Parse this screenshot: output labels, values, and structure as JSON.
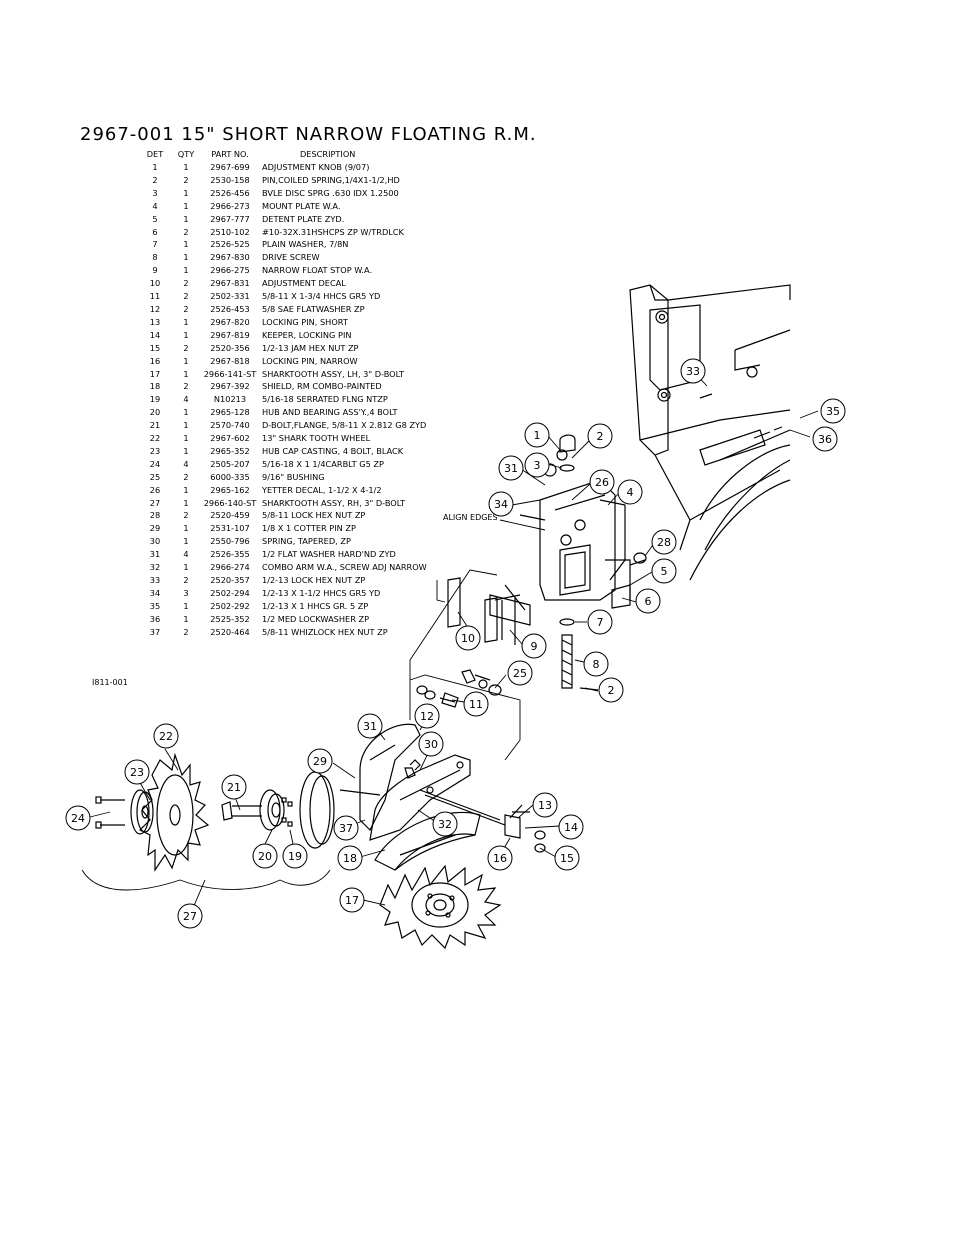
{
  "title": "2967-001 15\" SHORT NARROW FLOATING R.M.",
  "table": {
    "headers": {
      "det": "DET",
      "qty": "QTY",
      "part_no": "PART NO.",
      "description": "DESCRIPTION"
    },
    "rows": [
      {
        "det": "1",
        "qty": "1",
        "part_no": "2967-699",
        "description": "ADJUSTMENT KNOB (9/07)"
      },
      {
        "det": "2",
        "qty": "2",
        "part_no": "2530-158",
        "description": "PIN,COILED SPRING,1/4X1-1/2,HD"
      },
      {
        "det": "3",
        "qty": "1",
        "part_no": "2526-456",
        "description": "BVLE DISC SPRG .630 IDX 1.2500"
      },
      {
        "det": "4",
        "qty": "1",
        "part_no": "2966-273",
        "description": "MOUNT PLATE W.A."
      },
      {
        "det": "5",
        "qty": "1",
        "part_no": "2967-777",
        "description": "DETENT PLATE ZYD."
      },
      {
        "det": "6",
        "qty": "2",
        "part_no": "2510-102",
        "description": "#10-32X.31HSHCPS ZP W/TRDLCK"
      },
      {
        "det": "7",
        "qty": "1",
        "part_no": "2526-525",
        "description": "PLAIN WASHER, 7/8N"
      },
      {
        "det": "8",
        "qty": "1",
        "part_no": "2967-830",
        "description": "DRIVE SCREW"
      },
      {
        "det": "9",
        "qty": "1",
        "part_no": "2966-275",
        "description": "NARROW FLOAT STOP W.A."
      },
      {
        "det": "10",
        "qty": "2",
        "part_no": "2967-831",
        "description": "ADJUSTMENT DECAL"
      },
      {
        "det": "11",
        "qty": "2",
        "part_no": "2502-331",
        "description": "5/8-11 X 1-3/4 HHCS GR5 YD"
      },
      {
        "det": "12",
        "qty": "2",
        "part_no": "2526-453",
        "description": "5/8 SAE FLATWASHER ZP"
      },
      {
        "det": "13",
        "qty": "1",
        "part_no": "2967-820",
        "description": "LOCKING PIN, SHORT"
      },
      {
        "det": "14",
        "qty": "1",
        "part_no": "2967-819",
        "description": "KEEPER, LOCKING PIN"
      },
      {
        "det": "15",
        "qty": "2",
        "part_no": "2520-356",
        "description": "1/2-13 JAM HEX NUT ZP"
      },
      {
        "det": "16",
        "qty": "1",
        "part_no": "2967-818",
        "description": "LOCKING PIN, NARROW"
      },
      {
        "det": "17",
        "qty": "1",
        "part_no": "2966-141-ST",
        "description": "SHARKTOOTH ASSY, LH, 3\" D-BOLT"
      },
      {
        "det": "18",
        "qty": "2",
        "part_no": "2967-392",
        "description": "SHIELD, RM COMBO-PAINTED"
      },
      {
        "det": "19",
        "qty": "4",
        "part_no": "N10213",
        "description": "5/16-18 SERRATED FLNG NTZP"
      },
      {
        "det": "20",
        "qty": "1",
        "part_no": "2965-128",
        "description": "HUB AND BEARING ASS'Y.,4 BOLT"
      },
      {
        "det": "21",
        "qty": "1",
        "part_no": "2570-740",
        "description": "D-BOLT,FLANGE, 5/8-11 X 2.812 G8 ZYD"
      },
      {
        "det": "22",
        "qty": "1",
        "part_no": "2967-602",
        "description": "13\" SHARK TOOTH WHEEL"
      },
      {
        "det": "23",
        "qty": "1",
        "part_no": "2965-352",
        "description": "HUB CAP CASTING, 4 BOLT, BLACK"
      },
      {
        "det": "24",
        "qty": "4",
        "part_no": "2505-207",
        "description": "5/16-18 X 1 1/4CARBLT G5 ZP"
      },
      {
        "det": "25",
        "qty": "2",
        "part_no": "6000-335",
        "description": "9/16\" BUSHING"
      },
      {
        "det": "26",
        "qty": "1",
        "part_no": "2965-162",
        "description": "YETTER DECAL, 1-1/2 X 4-1/2"
      },
      {
        "det": "27",
        "qty": "1",
        "part_no": "2966-140-ST",
        "description": "SHARKTOOTH ASSY, RH, 3\" D-BOLT"
      },
      {
        "det": "28",
        "qty": "2",
        "part_no": "2520-459",
        "description": "5/8-11 LOCK HEX NUT ZP"
      },
      {
        "det": "29",
        "qty": "1",
        "part_no": "2531-107",
        "description": "1/8 X 1 COTTER PIN ZP"
      },
      {
        "det": "30",
        "qty": "1",
        "part_no": "2550-796",
        "description": "SPRING, TAPERED, ZP"
      },
      {
        "det": "31",
        "qty": "4",
        "part_no": "2526-355",
        "description": "1/2 FLAT WASHER HARD'ND ZYD"
      },
      {
        "det": "32",
        "qty": "1",
        "part_no": "2966-274",
        "description": "COMBO ARM W.A., SCREW ADJ NARROW"
      },
      {
        "det": "33",
        "qty": "2",
        "part_no": "2520-357",
        "description": "1/2-13 LOCK HEX NUT ZP"
      },
      {
        "det": "34",
        "qty": "3",
        "part_no": "2502-294",
        "description": "1/2-13 X 1-1/2 HHCS GR5 YD"
      },
      {
        "det": "35",
        "qty": "1",
        "part_no": "2502-292",
        "description": "1/2-13 X 1 HHCS GR. 5 ZP"
      },
      {
        "det": "36",
        "qty": "1",
        "part_no": "2525-352",
        "description": "1/2 MED LOCKWASHER ZP"
      },
      {
        "det": "37",
        "qty": "2",
        "part_no": "2520-464",
        "description": "5/8-11 WHIZLOCK HEX NUT ZP"
      }
    ]
  },
  "drawing_id": "I811-001",
  "align_label": "ALIGN EDGES",
  "callouts": [
    {
      "label": "1"
    },
    {
      "label": "2"
    },
    {
      "label": "3"
    },
    {
      "label": "31"
    },
    {
      "label": "26"
    },
    {
      "label": "4"
    },
    {
      "label": "34"
    },
    {
      "label": "28"
    },
    {
      "label": "5"
    },
    {
      "label": "6"
    },
    {
      "label": "7"
    },
    {
      "label": "10"
    },
    {
      "label": "9"
    },
    {
      "label": "8"
    },
    {
      "label": "2"
    },
    {
      "label": "25"
    },
    {
      "label": "11"
    },
    {
      "label": "12"
    },
    {
      "label": "31"
    },
    {
      "label": "30"
    },
    {
      "label": "29"
    },
    {
      "label": "22"
    },
    {
      "label": "23"
    },
    {
      "label": "21"
    },
    {
      "label": "24"
    },
    {
      "label": "20"
    },
    {
      "label": "19"
    },
    {
      "label": "37"
    },
    {
      "label": "32"
    },
    {
      "label": "13"
    },
    {
      "label": "14"
    },
    {
      "label": "16"
    },
    {
      "label": "15"
    },
    {
      "label": "18"
    },
    {
      "label": "17"
    },
    {
      "label": "27"
    },
    {
      "label": "33"
    },
    {
      "label": "35"
    },
    {
      "label": "36"
    }
  ]
}
